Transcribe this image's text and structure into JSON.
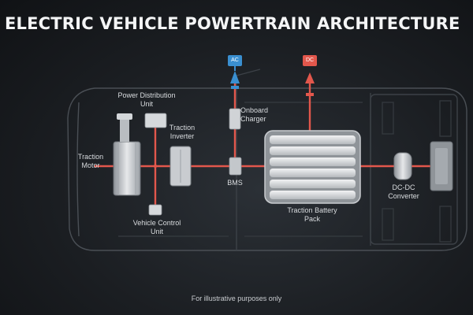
{
  "title": "ELECTRIC VEHICLE POWERTRAIN ARCHITECTURE",
  "components": {
    "power_distribution_unit": {
      "line1": "Power Distribution",
      "line2": "Unit"
    },
    "traction_inverter": {
      "line1": "Traction",
      "line2": "Inverter"
    },
    "traction_motor": {
      "line1": "Traction",
      "line2": "Motor"
    },
    "onboard_charger": {
      "line1": "Onboard",
      "line2": "Charger"
    },
    "bms": {
      "line1": "BMS"
    },
    "vehicle_control_unit": {
      "line1": "Vehicle Control",
      "line2": "Unit"
    },
    "traction_battery_pack": {
      "line1": "Traction Battery",
      "line2": "Pack"
    },
    "dc_dc_converter": {
      "line1": "DC-DC",
      "line2": "Converter"
    },
    "ac_input": {
      "line1": "AC"
    },
    "dc_input": {
      "line1": "DC"
    }
  },
  "footnote": "For illustrative purposes only",
  "colors": {
    "background": "#1b1e22",
    "power_line": "#e2574c",
    "ac_badge": "#3a8fd0",
    "dc_badge": "#e2574c",
    "component": "#c9ccd0",
    "outline": "#4a4f55"
  }
}
